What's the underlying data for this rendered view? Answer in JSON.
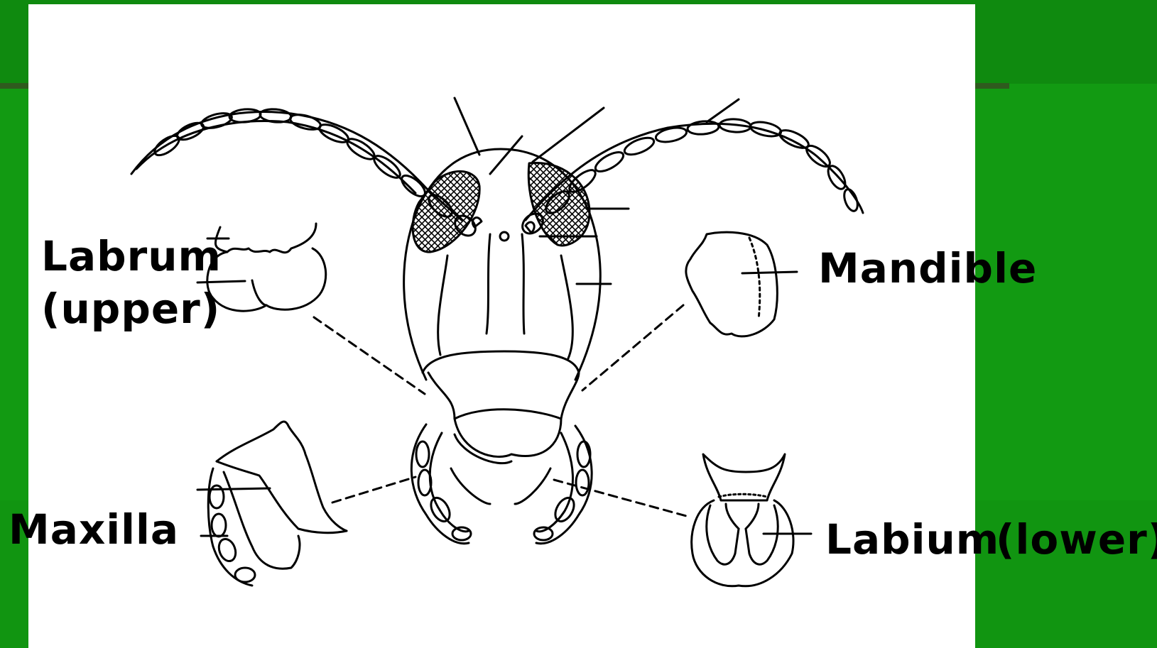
{
  "labels": {
    "labrum_line1": "Labrum",
    "labrum_line2": "(upper)",
    "mandible": "Mandible",
    "maxilla": "Maxilla",
    "labium": "Labium",
    "labium_suffix": "(lower)"
  }
}
